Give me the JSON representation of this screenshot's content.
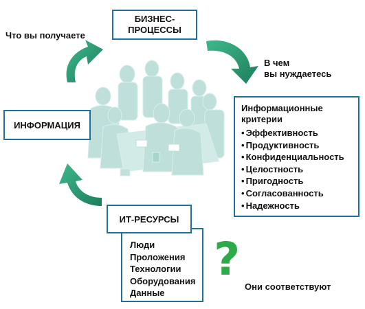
{
  "biz": {
    "line1": "БИЗНЕС-",
    "line2": "ПРОЦЕССЫ"
  },
  "get_label": "Что вы получаете",
  "need_label": {
    "line1": "В чем",
    "line2": "вы нуждаетесь"
  },
  "info_box": "ИНФОРМАЦИЯ",
  "criteria": {
    "title1": "Информационные",
    "title2": "критерии",
    "items": [
      "Эффективность",
      "Продуктивность",
      "Конфиденциальность",
      "Целостность",
      "Пригодность",
      "Согласованность",
      "Надежность"
    ]
  },
  "it_box": "ИТ-РЕСУРСЫ",
  "resources": [
    "Люди",
    "Проложения",
    "Технологии",
    "Оборудования",
    "Данные"
  ],
  "question_mark": "?",
  "match_label": "Они соответствуют",
  "colors": {
    "box_border": "#1f6f9e",
    "arrow_green": "#2e9a73",
    "people_tint": "#bfe0da",
    "question_green": "#2daa4a"
  }
}
